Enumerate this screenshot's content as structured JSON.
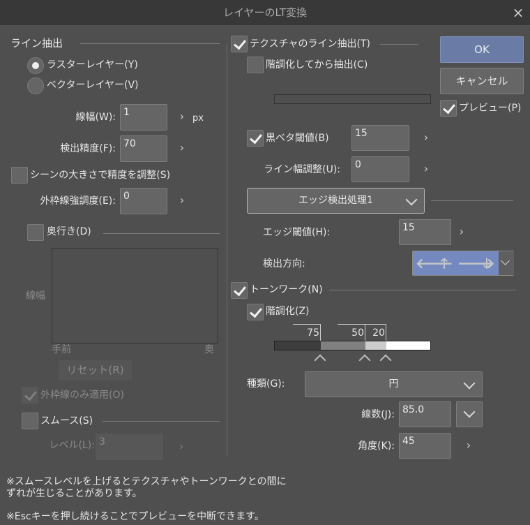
{
  "dialog": {
    "title": "レイヤーのLT変換",
    "close_icon": "×"
  },
  "left": {
    "line_extract": {
      "heading": "ライン抽出",
      "raster_label": "ラスターレイヤー(Y)",
      "vector_label": "ベクターレイヤー(V)",
      "selected": "raster",
      "line_width_label": "線幅(W):",
      "line_width_value": "1",
      "line_width_unit": "px",
      "precision_label": "検出精度(F):",
      "precision_value": "70",
      "scene_adjust_label": "シーンの大きさで精度を調整(S)",
      "scene_adjust_checked": false,
      "outline_strength_label": "外枠線強調度(E):",
      "outline_strength_value": "0"
    },
    "depth": {
      "label": "奥行き(D)",
      "checked": false,
      "graph_ylabel": "線幅",
      "graph_xlabel_near": "手前",
      "graph_xlabel_far": "奥",
      "reset_label": "リセット(R)",
      "outline_only_label": "外枠線のみ適用(O)",
      "outline_only_checked": true
    },
    "smooth": {
      "label": "スムース(S)",
      "checked": false,
      "level_label": "レベル(L):",
      "level_value": "3"
    }
  },
  "right": {
    "texture": {
      "label": "テクスチャのライン抽出(T)",
      "checked": true,
      "tone_first_label": "階調化してから抽出(C)",
      "tone_first_checked": false,
      "black_threshold_label": "黒ベタ閾値(B)",
      "black_threshold_checked": true,
      "black_threshold_value": "15",
      "line_width_adjust_label": "ライン幅調整(U):",
      "line_width_adjust_value": "0",
      "edge_process_selected": "エッジ検出処理1",
      "edge_threshold_label": "エッジ閾値(H):",
      "edge_threshold_value": "15",
      "direction_label": "検出方向:",
      "directions": [
        "left-arrow",
        "up-arrow",
        "right-arrow",
        "down-arrow"
      ]
    },
    "tonework": {
      "label": "トーンワーク(N)",
      "checked": true,
      "posterize_label": "階調化(Z)",
      "posterize_checked": true,
      "thresholds": [
        "75",
        "50",
        "20"
      ],
      "type_label": "種類(G):",
      "type_value": "円",
      "lines_label": "線数(J):",
      "lines_value": "85.0",
      "angle_label": "角度(K):",
      "angle_value": "45"
    }
  },
  "buttons": {
    "ok_label": "OK",
    "cancel_label": "キャンセル",
    "preview_label": "プレビュー(P)",
    "preview_checked": true
  },
  "notes": {
    "line1": "※スムースレベルを上げるとテクスチャやトーンワークとの間に",
    "line2": "ずれが生じることがあります。",
    "line3": "※Escキーを押し続けることでプレビューを中断できます。"
  },
  "colors": {
    "dialog_bg": "#4f4f4f",
    "titlebar_bg": "#383838",
    "accent": "#6a7ca6",
    "direction_selected": "#7389c0",
    "tone_segments": [
      "#3d3d3d",
      "#808080",
      "#cccccc",
      "#ffffff"
    ]
  }
}
